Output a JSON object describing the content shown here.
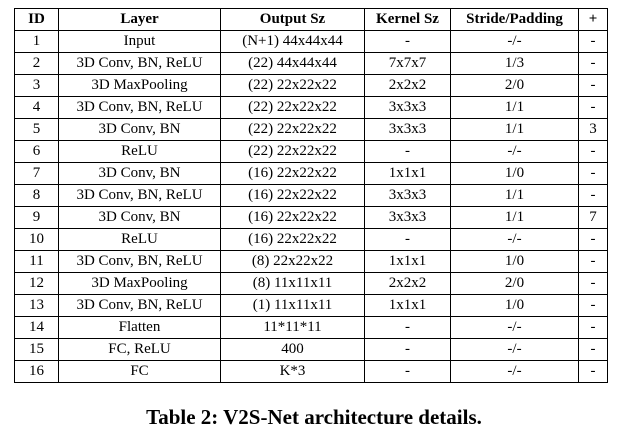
{
  "table": {
    "headers": [
      "ID",
      "Layer",
      "Output Sz",
      "Kernel Sz",
      "Stride/Padding",
      "+"
    ],
    "rows": [
      [
        "1",
        "Input",
        "(N+1) 44x44x44",
        "-",
        "-/-",
        "-"
      ],
      [
        "2",
        "3D Conv, BN, ReLU",
        "(22) 44x44x44",
        "7x7x7",
        "1/3",
        "-"
      ],
      [
        "3",
        "3D MaxPooling",
        "(22) 22x22x22",
        "2x2x2",
        "2/0",
        "-"
      ],
      [
        "4",
        "3D Conv, BN, ReLU",
        "(22) 22x22x22",
        "3x3x3",
        "1/1",
        "-"
      ],
      [
        "5",
        "3D Conv, BN",
        "(22) 22x22x22",
        "3x3x3",
        "1/1",
        "3"
      ],
      [
        "6",
        "ReLU",
        "(22) 22x22x22",
        "-",
        "-/-",
        "-"
      ],
      [
        "7",
        "3D Conv, BN",
        "(16) 22x22x22",
        "1x1x1",
        "1/0",
        "-"
      ],
      [
        "8",
        "3D Conv, BN, ReLU",
        "(16) 22x22x22",
        "3x3x3",
        "1/1",
        "-"
      ],
      [
        "9",
        "3D Conv, BN",
        "(16) 22x22x22",
        "3x3x3",
        "1/1",
        "7"
      ],
      [
        "10",
        "ReLU",
        "(16) 22x22x22",
        "-",
        "-/-",
        "-"
      ],
      [
        "11",
        "3D Conv, BN, ReLU",
        "(8) 22x22x22",
        "1x1x1",
        "1/0",
        "-"
      ],
      [
        "12",
        "3D MaxPooling",
        "(8) 11x11x11",
        "2x2x2",
        "2/0",
        "-"
      ],
      [
        "13",
        "3D Conv, BN, ReLU",
        "(1) 11x11x11",
        "1x1x1",
        "1/0",
        "-"
      ],
      [
        "14",
        "Flatten",
        "11*11*11",
        "-",
        "-/-",
        "-"
      ],
      [
        "15",
        "FC, ReLU",
        "400",
        "-",
        "-/-",
        "-"
      ],
      [
        "16",
        "FC",
        "K*3",
        "-",
        "-/-",
        "-"
      ]
    ]
  },
  "caption": "Table 2: V2S-Net architecture details."
}
